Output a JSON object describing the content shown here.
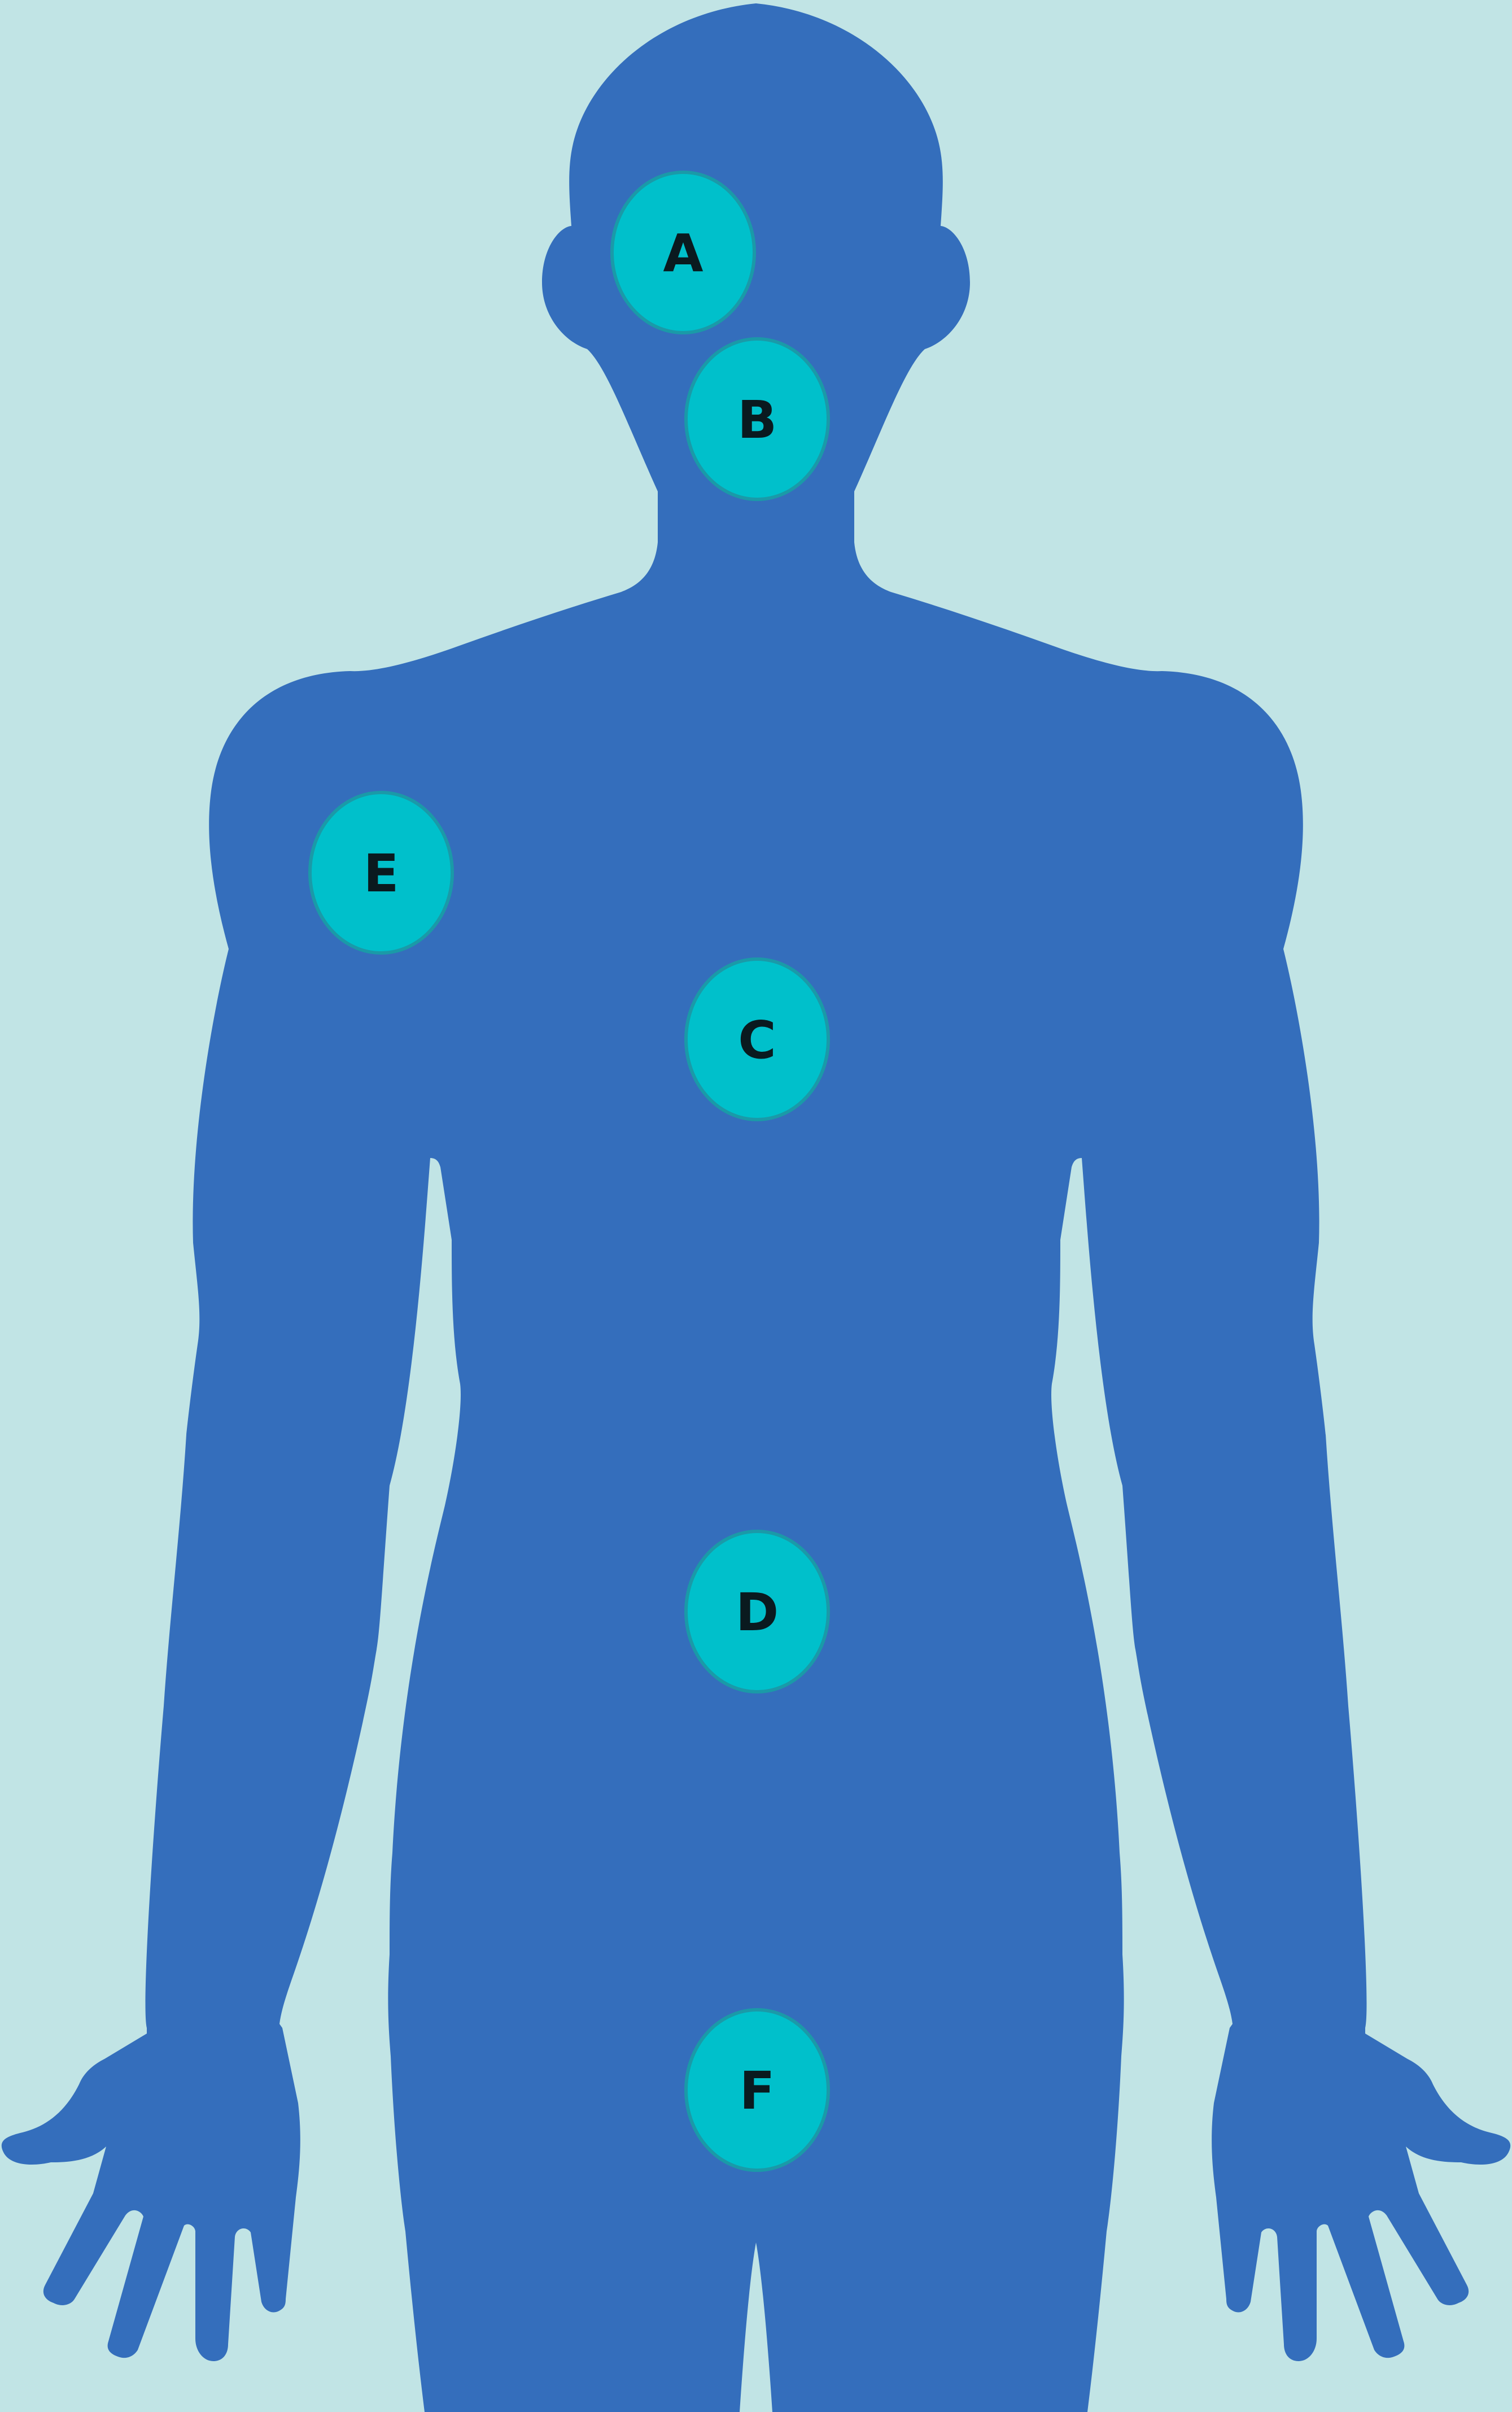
{
  "colors": {
    "background": "#c1e4e5",
    "body": "#346ebc",
    "marker_fill": "#00c0cb",
    "marker_stroke": "#1a9aa8",
    "label": "#0a1a1f"
  },
  "markers": [
    {
      "id": "A",
      "label": "A"
    },
    {
      "id": "B",
      "label": "B"
    },
    {
      "id": "C",
      "label": "C"
    },
    {
      "id": "D",
      "label": "D"
    },
    {
      "id": "E",
      "label": "E"
    },
    {
      "id": "F",
      "label": "F"
    }
  ]
}
